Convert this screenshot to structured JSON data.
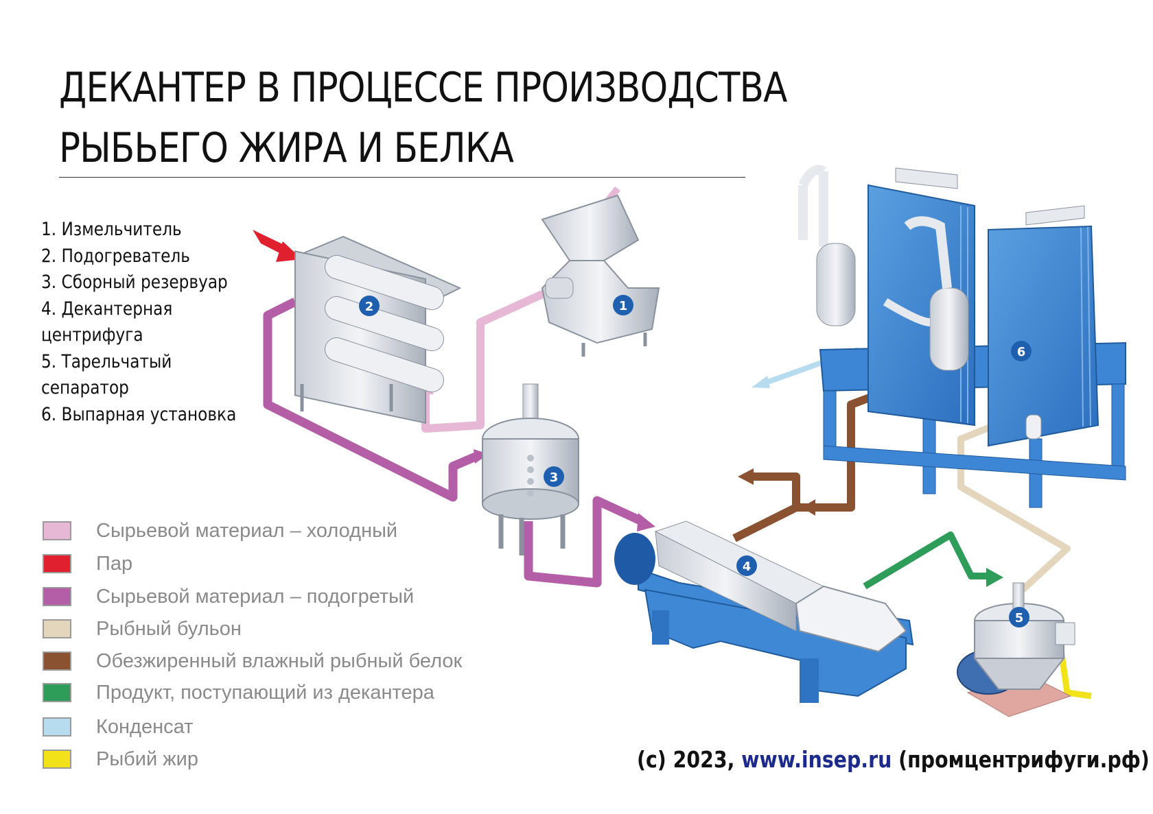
{
  "title": {
    "line1": "ДЕКАНТЕР В ПРОЦЕССЕ ПРОИЗВОДСТВА",
    "line2": "РЫБЬЕГО ЖИРА И БЕЛКА"
  },
  "equipment_list": [
    "1. Измельчитель",
    "2. Подогреватель",
    "3. Сборный резервуар",
    "4. Декантерная",
    "центрифуга",
    "5. Тарельчатый",
    "сепаратор",
    "6. Выпарная установка"
  ],
  "legend": [
    {
      "label": "Сырьевой материал – холодный",
      "color": "#e6b8d6"
    },
    {
      "label": "Пар",
      "color": "#e0202e"
    },
    {
      "label": "Сырьевой материал – подогретый",
      "color": "#b45ea8"
    },
    {
      "label": "Рыбный бульон",
      "color": "#e3d6bd"
    },
    {
      "label": "Обезжиренный влажный рыбный белок",
      "color": "#8a5230"
    },
    {
      "label": "Продукт, поступающий из декантера",
      "color": "#2f9d5a"
    },
    {
      "label": "Конденсат",
      "color": "#b8dcef"
    },
    {
      "label": "Рыбий жир",
      "color": "#f2e21a"
    }
  ],
  "badges": [
    "1",
    "2",
    "3",
    "4",
    "5",
    "6"
  ],
  "copyright": {
    "prefix": "(c) 2023, ",
    "site": "www.insep.ru",
    "suffix": " (промцентрифуги.рф)"
  },
  "icons": [
    "arrow-icon",
    "grinder-icon",
    "heater-icon",
    "tank-icon",
    "decanter-icon",
    "separator-icon",
    "evaporator-icon"
  ]
}
